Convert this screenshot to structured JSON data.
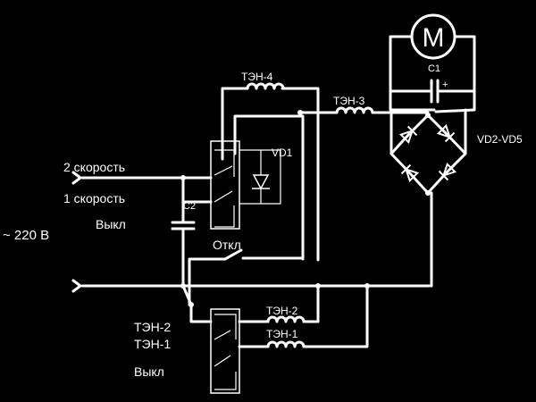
{
  "labels": {
    "motor": "M",
    "c1": "C1",
    "c1_plus": "+",
    "ten4": "ТЭН-4",
    "ten3": "ТЭН-3",
    "vd1": "VD1",
    "vd2_vd5": "VD2-VD5",
    "speed2": "2 скорость",
    "speed1": "1 скорость",
    "off_top": "Выкл",
    "c2": "C2",
    "mains": "~ 220 В",
    "otkl": "Откл",
    "ten2_sw": "ТЭН-2",
    "ten1_sw": "ТЭН-1",
    "off_bottom": "Выкл",
    "ten2_heater": "ТЭН-2",
    "ten1_heater": "ТЭН-1"
  },
  "colors": {
    "background": "#000000",
    "line": "#ffffff"
  }
}
